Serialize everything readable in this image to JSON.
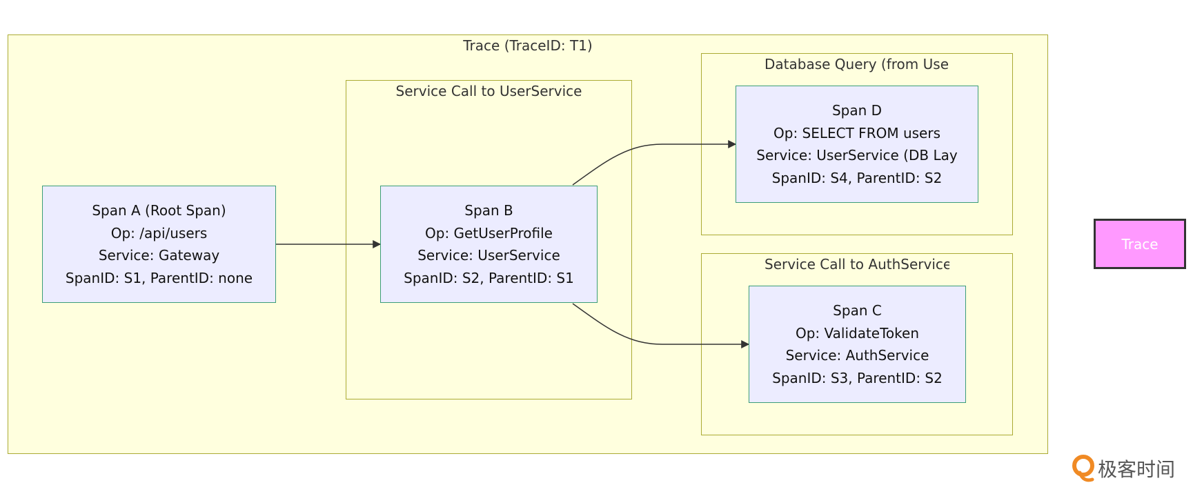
{
  "colors": {
    "cluster_fill": "#ffffde",
    "cluster_border": "#aaaa33",
    "node_fill": "#ececff",
    "node_border": "#3a9c78",
    "legend_fill": "#ff99ff",
    "edge": "#333333",
    "brand_orange": "#f08a24"
  },
  "trace": {
    "title": "Trace (TraceID: T1)"
  },
  "clusters": {
    "service_call_user": "Service Call to UserService",
    "database_query": "Database Query (from UserS",
    "service_call_auth": "Service Call to AuthService ("
  },
  "nodes": {
    "span_a": {
      "lines": [
        "Span A (Root Span)",
        "Op: /api/users",
        "Service: Gateway",
        "SpanID: S1, ParentID: none"
      ]
    },
    "span_b": {
      "lines": [
        "Span B",
        "Op: GetUserProfile",
        "Service: UserService",
        "SpanID: S2, ParentID: S1"
      ]
    },
    "span_d": {
      "lines": [
        "Span D",
        "Op: SELECT FROM users",
        "Service: UserService (DB Lay",
        "SpanID: S4, ParentID: S2"
      ]
    },
    "span_c": {
      "lines": [
        "Span C",
        "Op: ValidateToken",
        "Service: AuthService",
        "SpanID: S3, ParentID: S2"
      ]
    }
  },
  "legend": {
    "label": "Trace"
  },
  "brand": {
    "icon": "geekbang-logo-icon",
    "text": "极客时间"
  }
}
